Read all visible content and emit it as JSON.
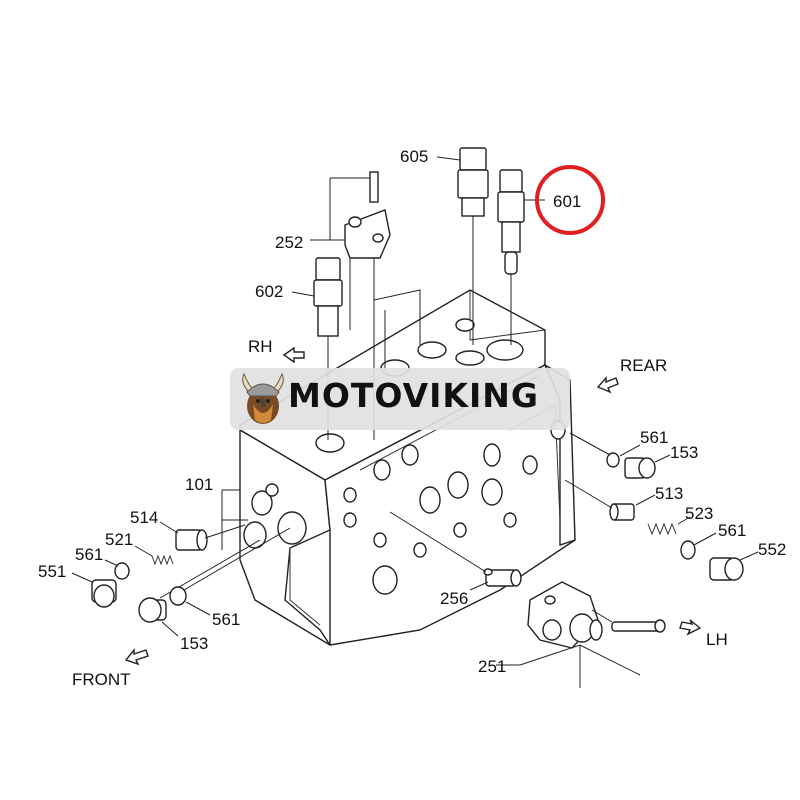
{
  "labels": {
    "p605": "605",
    "p601": "601",
    "p252": "252",
    "p602": "602",
    "rh": "RH",
    "rear": "REAR",
    "p561a": "561",
    "p153a": "153",
    "p101": "101",
    "p513": "513",
    "p514": "514",
    "p523": "523",
    "p521": "521",
    "p561b": "561",
    "p561c": "561",
    "p552": "552",
    "p551": "551",
    "p256": "256",
    "p561d": "561",
    "p153b": "153",
    "lh": "LH",
    "p251": "251",
    "front": "FRONT"
  },
  "banner": {
    "text": "MOTOVIKING"
  },
  "colors": {
    "highlight": "#e02020",
    "line": "#222222",
    "banner_bg": "#e1e1e1"
  }
}
